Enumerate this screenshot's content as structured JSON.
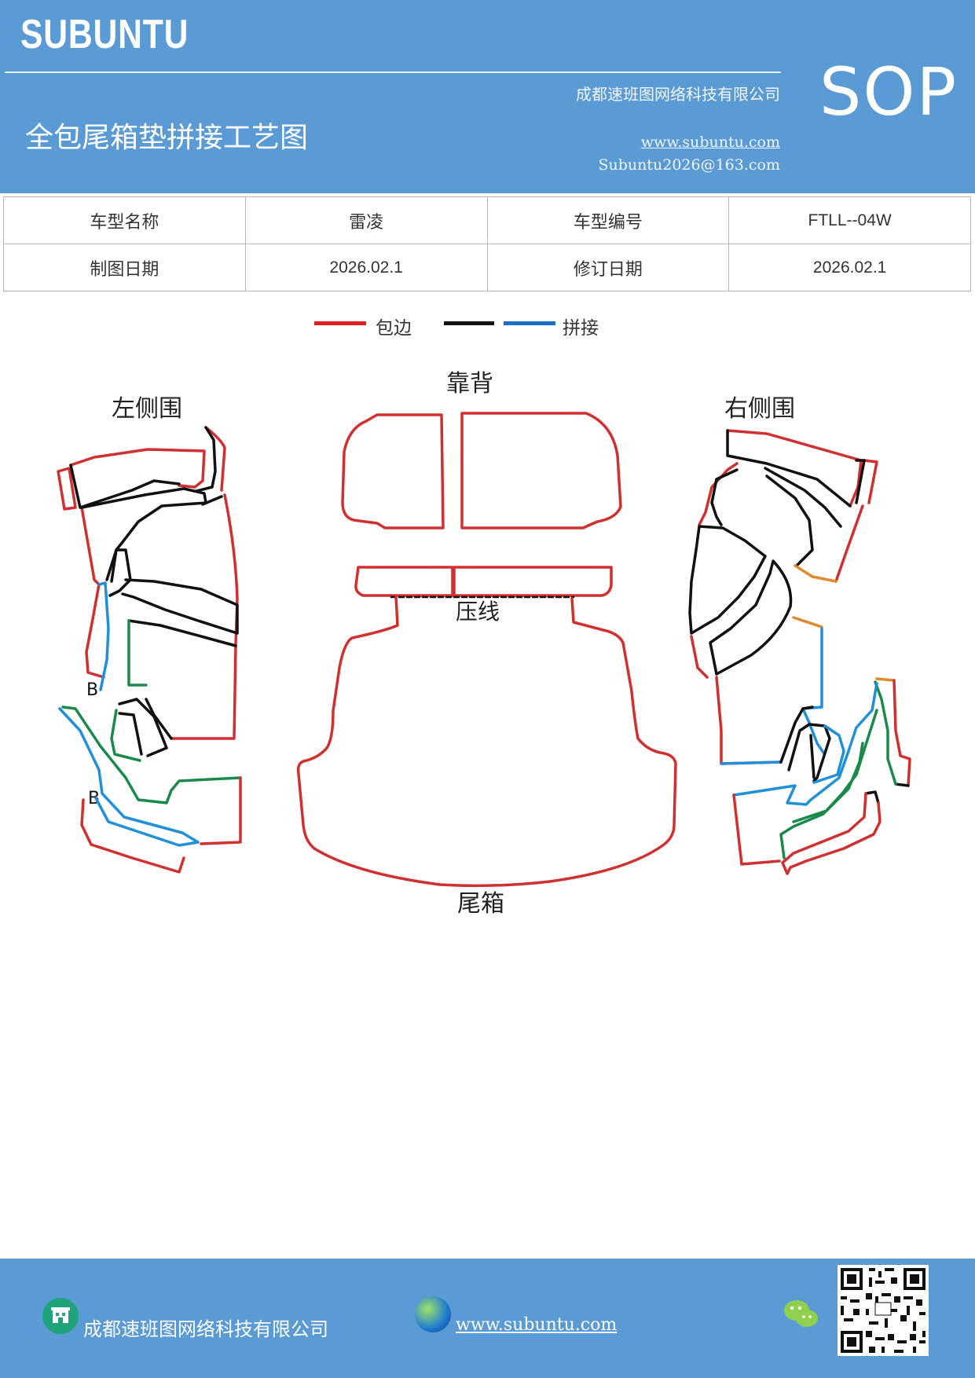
{
  "header": {
    "logo": "SUBUNTU",
    "company": "成都速班图网络科技有限公司",
    "title": "全包尾箱垫拼接工艺图",
    "website": "www.subuntu.com",
    "email": "Subuntu2026@163.com",
    "badge": "SOP"
  },
  "info": {
    "model_name_label": "车型名称",
    "model_name_value": "雷凌",
    "model_code_label": "车型编号",
    "model_code_value": "FTLL--04W",
    "draw_date_label": "制图日期",
    "draw_date_value": "2026.02.1",
    "revise_date_label": "修订日期",
    "revise_date_value": "2026.02.1"
  },
  "legend": {
    "red_label": "包边",
    "splice_label": "拼接",
    "colors": {
      "red": "#e02020",
      "black": "#111111",
      "blue": "#1a6fc4"
    }
  },
  "diagram": {
    "left_label": "左侧围",
    "back_label": "靠背",
    "right_label": "右侧围",
    "press_line_label": "压线",
    "trunk_label": "尾箱",
    "marker_b1": "B",
    "marker_b2": "B",
    "stroke_colors": {
      "red": "#d03030",
      "black": "#111111",
      "blue": "#2090d8",
      "green": "#1a8a4a",
      "orange": "#e08a30"
    }
  },
  "footer": {
    "company": "成都速班图网络科技有限公司",
    "website": "www.subuntu.com"
  }
}
